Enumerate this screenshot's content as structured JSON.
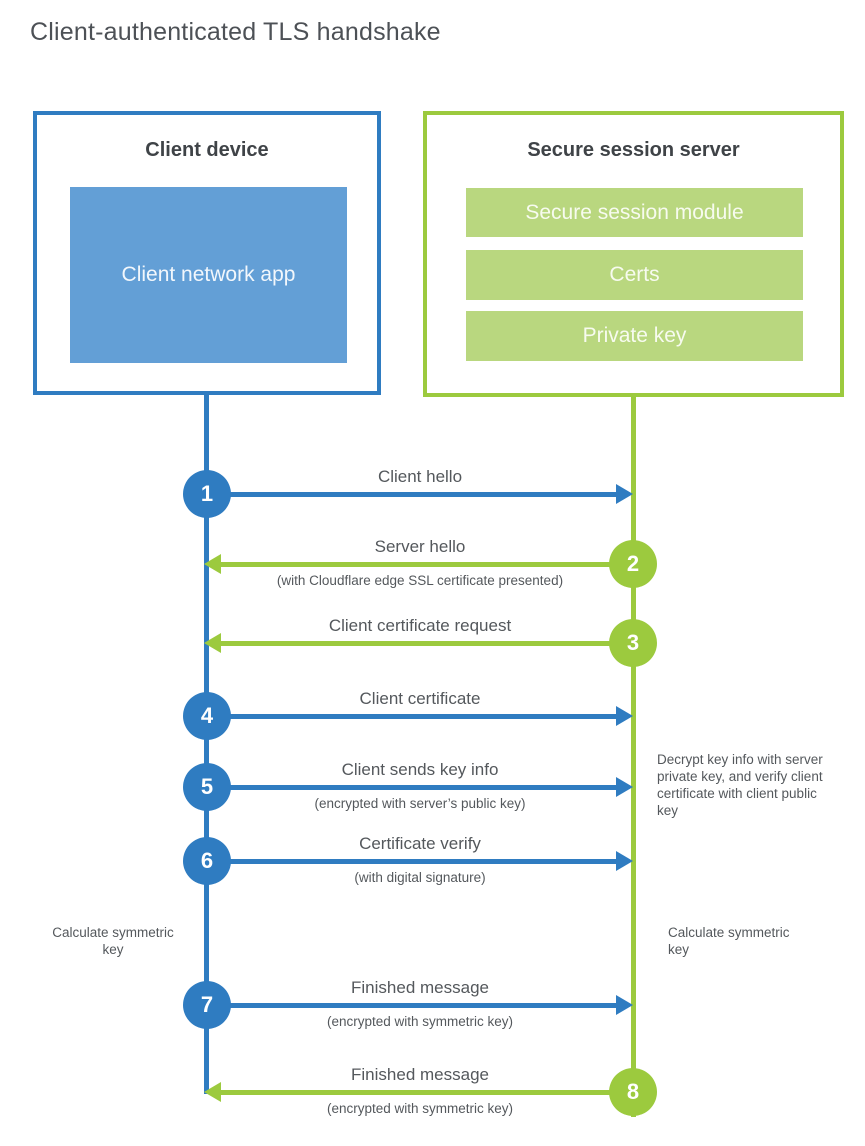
{
  "page_title": "Client-authenticated TLS handshake",
  "colors": {
    "client_blue": "#2f7cc1",
    "client_fill_blue": "#639fd6",
    "server_green": "#9cca3e",
    "server_fill_green": "#b9d77f"
  },
  "client": {
    "title": "Client device",
    "app_label": "Client network app"
  },
  "server": {
    "title": "Secure session server",
    "modules": [
      {
        "label": "Secure session module"
      },
      {
        "label": "Certs"
      },
      {
        "label": "Private key"
      }
    ]
  },
  "steps": [
    {
      "num": "1",
      "actor": "client",
      "direction": "right",
      "label": "Client hello",
      "sublabel": ""
    },
    {
      "num": "2",
      "actor": "server",
      "direction": "left",
      "label": "Server hello",
      "sublabel": "(with Cloudflare edge SSL certificate presented)"
    },
    {
      "num": "3",
      "actor": "server",
      "direction": "left",
      "label": "Client certificate request",
      "sublabel": ""
    },
    {
      "num": "4",
      "actor": "client",
      "direction": "right",
      "label": "Client certificate",
      "sublabel": ""
    },
    {
      "num": "5",
      "actor": "client",
      "direction": "right",
      "label": "Client sends key info",
      "sublabel": "(encrypted with server’s public key)"
    },
    {
      "num": "6",
      "actor": "client",
      "direction": "right",
      "label": "Certificate verify",
      "sublabel": "(with digital signature)"
    },
    {
      "num": "7",
      "actor": "client",
      "direction": "right",
      "label": "Finished message",
      "sublabel": "(encrypted with symmetric key)"
    },
    {
      "num": "8",
      "actor": "server",
      "direction": "left",
      "label": "Finished message",
      "sublabel": "(encrypted with symmetric key)"
    }
  ],
  "notes": {
    "decrypt": "Decrypt key info with server private key, and verify client certificate with client public key",
    "calculate_left": "Calculate symmetric key",
    "calculate_right": "Calculate symmetric key"
  }
}
